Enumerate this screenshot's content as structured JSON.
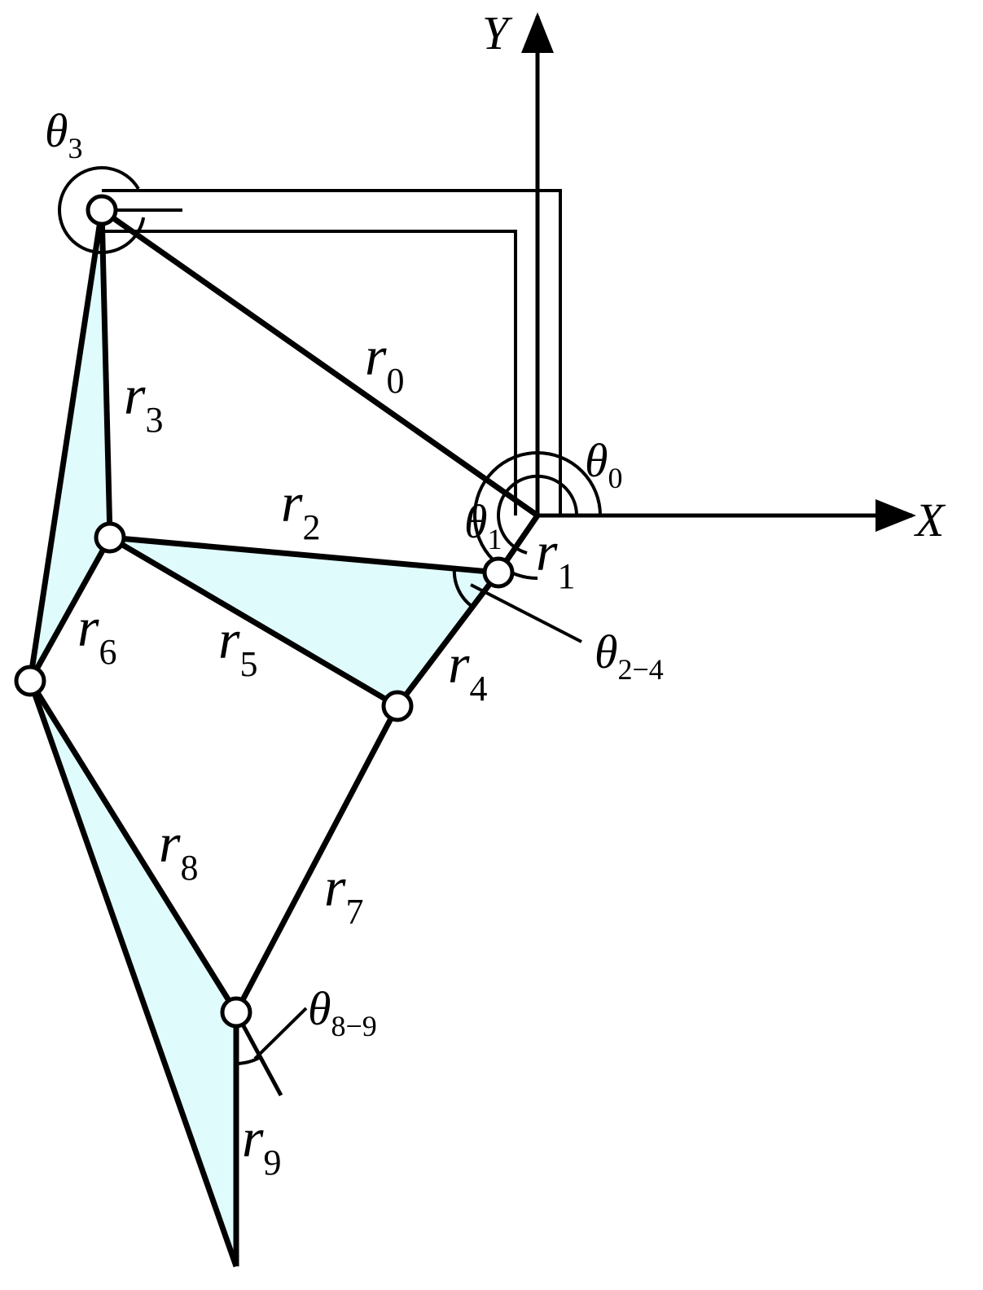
{
  "colors": {
    "ink": "#000000",
    "fill": "#e0fbfc",
    "background": "#ffffff"
  },
  "axes": {
    "x_label": "X",
    "y_label": "Y"
  },
  "links": {
    "r0": {
      "name": "r",
      "sub": "0"
    },
    "r1": {
      "name": "r",
      "sub": "1"
    },
    "r2": {
      "name": "r",
      "sub": "2"
    },
    "r3": {
      "name": "r",
      "sub": "3"
    },
    "r4": {
      "name": "r",
      "sub": "4"
    },
    "r5": {
      "name": "r",
      "sub": "5"
    },
    "r6": {
      "name": "r",
      "sub": "6"
    },
    "r7": {
      "name": "r",
      "sub": "7"
    },
    "r8": {
      "name": "r",
      "sub": "8"
    },
    "r9": {
      "name": "r",
      "sub": "9"
    }
  },
  "angles": {
    "theta0": {
      "name": "θ",
      "sub": "0"
    },
    "theta1": {
      "name": "θ",
      "sub": "1"
    },
    "theta3": {
      "name": "θ",
      "sub": "3"
    },
    "theta2_4": {
      "name": "θ",
      "sub": "2−4"
    },
    "theta8_9": {
      "name": "θ",
      "sub": "8−9"
    }
  }
}
